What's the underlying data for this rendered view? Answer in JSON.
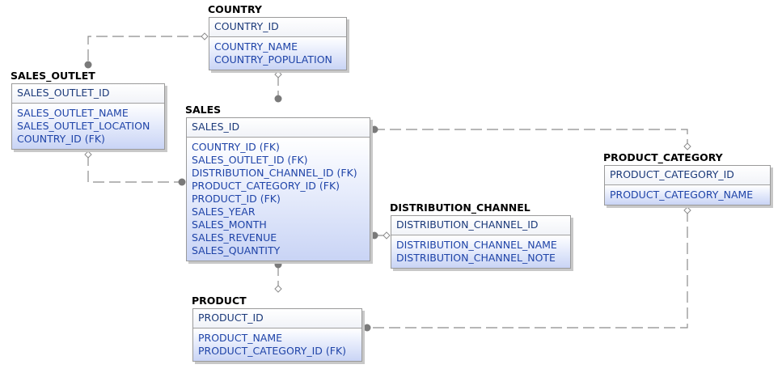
{
  "entities": {
    "country": {
      "title": "COUNTRY",
      "pk": [
        "COUNTRY_ID"
      ],
      "attrs": [
        "COUNTRY_NAME",
        "COUNTRY_POPULATION"
      ]
    },
    "sales_outlet": {
      "title": "SALES_OUTLET",
      "pk": [
        "SALES_OUTLET_ID"
      ],
      "attrs": [
        "SALES_OUTLET_NAME",
        "SALES_OUTLET_LOCATION",
        "COUNTRY_ID (FK)"
      ]
    },
    "sales": {
      "title": "SALES",
      "pk": [
        "SALES_ID"
      ],
      "attrs": [
        "COUNTRY_ID (FK)",
        "SALES_OUTLET_ID (FK)",
        "DISTRIBUTION_CHANNEL_ID (FK)",
        "PRODUCT_CATEGORY_ID (FK)",
        "PRODUCT_ID (FK)",
        "SALES_YEAR",
        "SALES_MONTH",
        "SALES_REVENUE",
        "SALES_QUANTITY"
      ]
    },
    "distribution_channel": {
      "title": "DISTRIBUTION_CHANNEL",
      "pk": [
        "DISTRIBUTION_CHANNEL_ID"
      ],
      "attrs": [
        "DISTRIBUTION_CHANNEL_NAME",
        "DISTRIBUTION_CHANNEL_NOTE"
      ]
    },
    "product_category": {
      "title": "PRODUCT_CATEGORY",
      "pk": [
        "PRODUCT_CATEGORY_ID"
      ],
      "attrs": [
        "PRODUCT_CATEGORY_NAME"
      ]
    },
    "product": {
      "title": "PRODUCT",
      "pk": [
        "PRODUCT_ID"
      ],
      "attrs": [
        "PRODUCT_NAME",
        "PRODUCT_CATEGORY_ID (FK)"
      ]
    }
  },
  "colors": {
    "pk_text": "#1c3a7a",
    "attr_text": "#1f44a8",
    "connector": "#888888",
    "border": "#9a9a9a"
  }
}
